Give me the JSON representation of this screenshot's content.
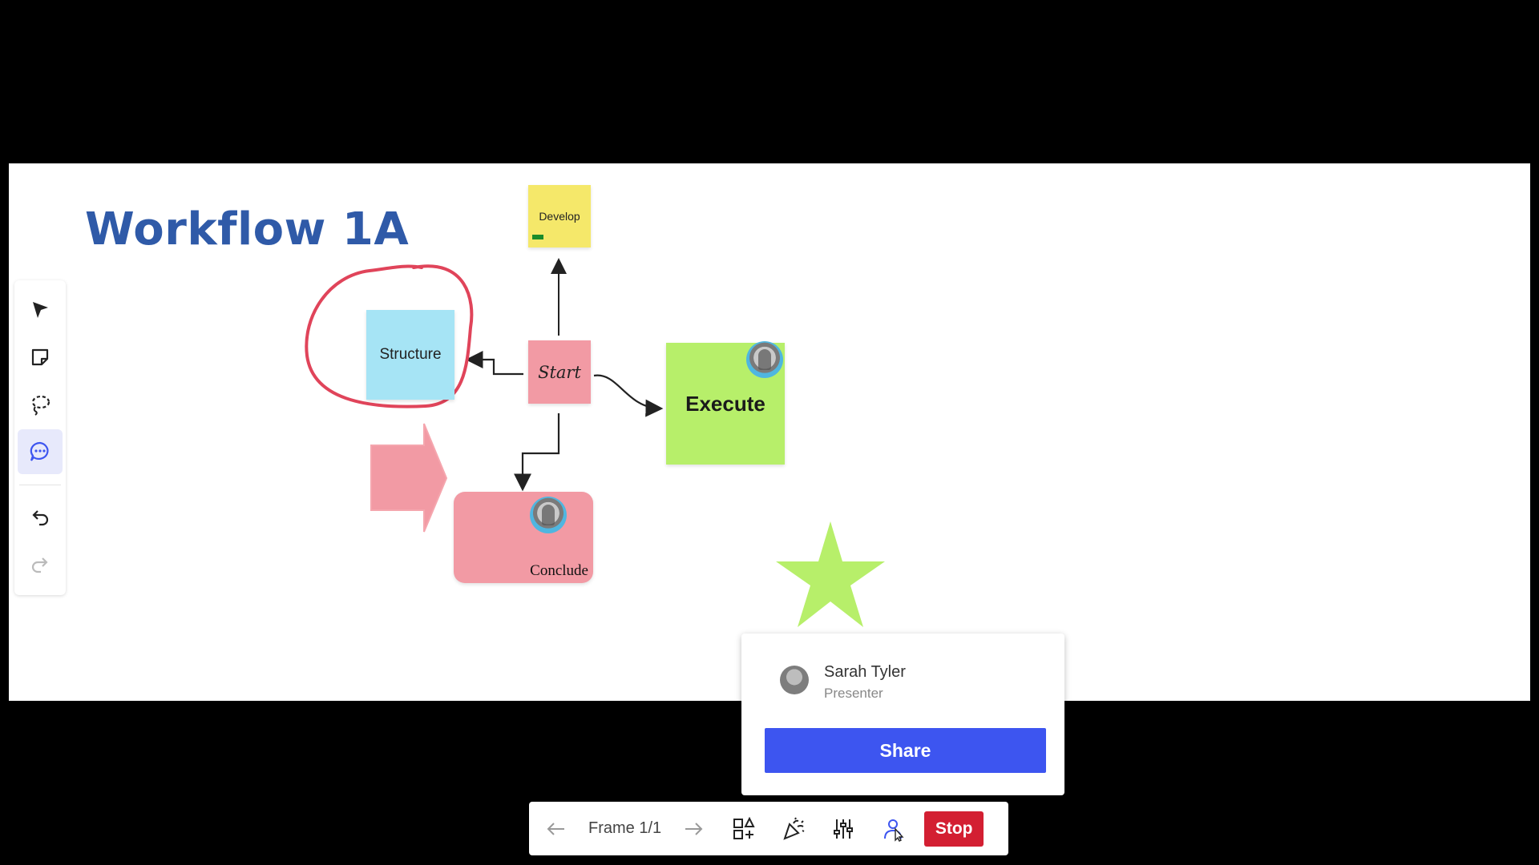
{
  "board": {
    "title": "Workflow 1A",
    "notes": {
      "develop": "Develop",
      "structure": "Structure",
      "start": "Start",
      "execute": "Execute",
      "conclude": "Conclude"
    }
  },
  "sidebar": {
    "tools": [
      {
        "icon": "select-arrow-icon",
        "active": false
      },
      {
        "icon": "sticky-note-icon",
        "active": false
      },
      {
        "icon": "lasso-icon",
        "active": false
      },
      {
        "icon": "comment-icon",
        "active": true
      },
      {
        "icon": "undo-icon",
        "active": false
      },
      {
        "icon": "redo-icon",
        "active": false,
        "disabled": true
      }
    ]
  },
  "presenter_popover": {
    "name": "Sarah Tyler",
    "role": "Presenter",
    "share_label": "Share"
  },
  "presentation_toolbar": {
    "frame_label": "Frame 1/1",
    "stop_label": "Stop"
  },
  "colors": {
    "title": "#2f5aa8",
    "share_button": "#3d55f0",
    "stop_button": "#d31f32",
    "sticky_yellow": "#f5e86a",
    "sticky_blue": "#a6e4f5",
    "sticky_pink": "#f29aa4",
    "sticky_green": "#b7ef6a",
    "circle_annotation": "#e0445a"
  }
}
